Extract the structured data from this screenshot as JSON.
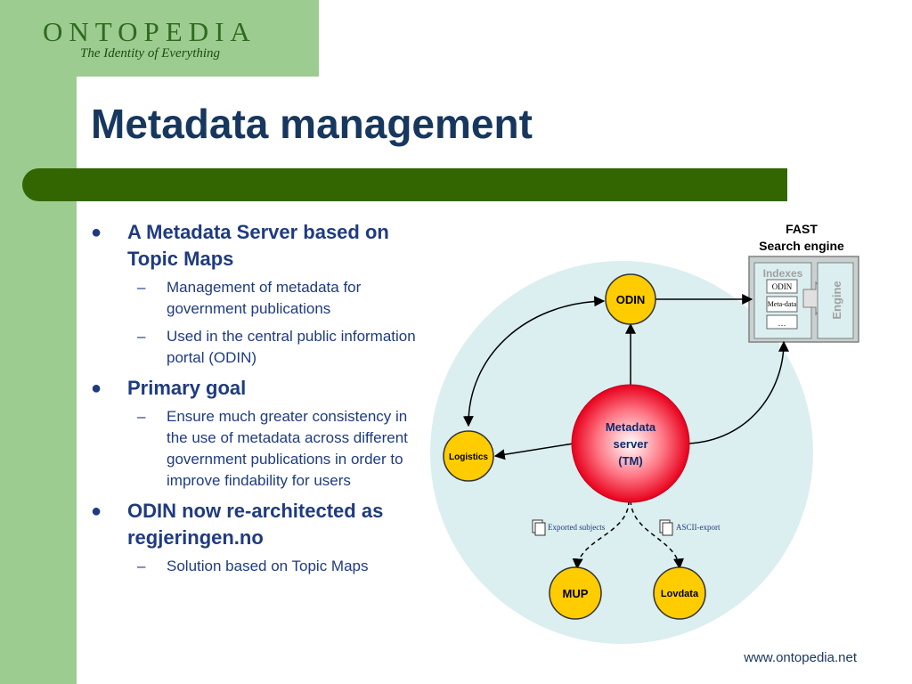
{
  "logo": {
    "name": "ONTOPEDIA",
    "tagline": "The Identity of Everything"
  },
  "title": "Metadata management",
  "bullets": [
    {
      "text": "A Metadata Server based on Topic Maps",
      "subs": [
        "Management of metadata for government publications",
        "Used in the central public information portal (ODIN)"
      ]
    },
    {
      "text": "Primary goal",
      "subs": [
        "Ensure much greater consistency in the use of metadata across different government publications in order to improve findability for users"
      ]
    },
    {
      "text": "ODIN now re-architected as regjeringen.no",
      "subs": [
        "Solution based on Topic Maps"
      ]
    }
  ],
  "diagram": {
    "fast_label": [
      "FAST",
      "Search engine"
    ],
    "indexes_label": "Indexes",
    "engine_label": "Engine",
    "index_items": [
      "ODIN",
      "Meta-data",
      "…"
    ],
    "nodes": {
      "odin": "ODIN",
      "logistics": "Logistics",
      "metadata_server": [
        "Metadata",
        "server",
        "(TM)"
      ],
      "mup": "MUP",
      "lovdata": "Lovdata"
    },
    "exports": {
      "exported_subjects": "Exported subjects",
      "ascii_export": "ASCII-export"
    }
  },
  "footer": "www.ontopedia.net",
  "colors": {
    "accent_green": "#336600",
    "light_green": "#9dcc90",
    "title_blue": "#17375e",
    "node_yellow": "#ffcc00",
    "server_red": "#e8001c",
    "circle_bg": "#dbeef0"
  }
}
